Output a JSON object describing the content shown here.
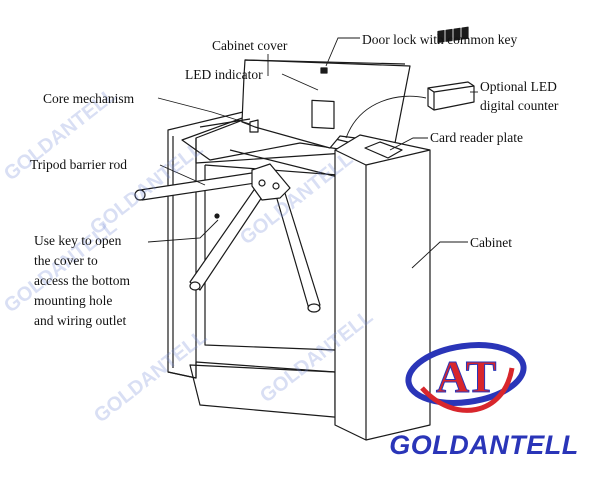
{
  "labels": {
    "cabinet_cover": "Cabinet cover",
    "door_lock": "Door lock with common key",
    "led_indicator": "LED indicator",
    "optional_led_line1": "Optional LED",
    "optional_led_line2": "digital counter",
    "core_mechanism": "Core mechanism",
    "card_reader_plate": "Card reader plate",
    "tripod_barrier_rod": "Tripod barrier rod",
    "use_key_line1": "Use key to open",
    "use_key_line2": "the cover to",
    "use_key_line3": "access the bottom",
    "use_key_line4": "mounting hole",
    "use_key_line5": "and wiring outlet",
    "cabinet": "Cabinet"
  },
  "brand": {
    "name": "GOLDANTELL",
    "logo_letters": "AT",
    "watermark": "GOLDANTELL"
  },
  "colors": {
    "line": "#1a1a1a",
    "brand_blue": "#2a35b8",
    "brand_red": "#d8262c",
    "watermark": "#8c9ad8"
  }
}
